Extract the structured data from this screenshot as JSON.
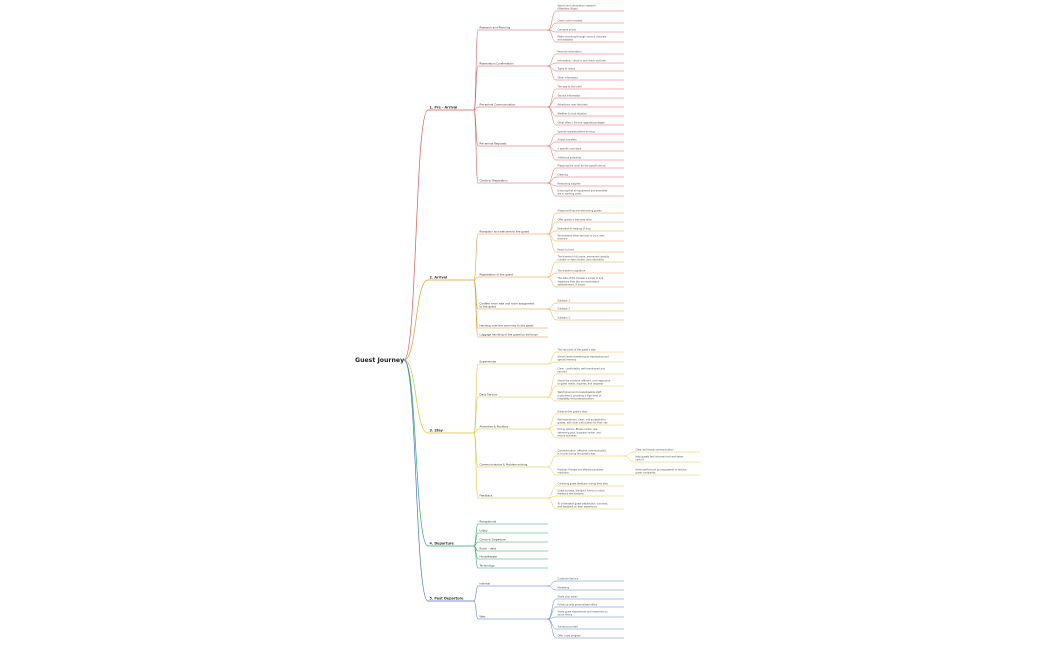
{
  "root": {
    "label": "Guest Journey"
  },
  "colors": [
    "#e05252",
    "#e8962e",
    "#e0c028",
    "#2aa867",
    "#4a72c9"
  ],
  "stages": [
    {
      "label": "1. Pre - Arrival",
      "groups": [
        {
          "label": "Research and Planning",
          "items": [
            {
              "label": [
                "Search and information research",
                "(Websites, Blogs)"
              ]
            },
            {
              "label": [
                "Check online reviews"
              ]
            },
            {
              "label": [
                "Compare prices"
              ]
            },
            {
              "label": [
                "Make a booking through various channels",
                "and websites"
              ]
            }
          ]
        },
        {
          "label": "Reservation Confirmation",
          "items": [
            {
              "label": [
                "Personal information"
              ]
            },
            {
              "label": [
                "Information: check-in and check-out time"
              ]
            },
            {
              "label": [
                "Types of rooms"
              ]
            },
            {
              "label": [
                "Other information"
              ]
            }
          ]
        },
        {
          "label": "Pre-arrival Communication",
          "items": [
            {
              "label": [
                "The way to the hotel"
              ]
            },
            {
              "label": [
                "Service information"
              ]
            },
            {
              "label": [
                "Attractions near the hotel"
              ]
            },
            {
              "label": [
                "Weather & local situation"
              ]
            },
            {
              "label": [
                "Other offers / Service upgrade packages"
              ]
            }
          ]
        },
        {
          "label": "Pre-arrival Requests",
          "items": [
            {
              "label": [
                "Special requests before arriving"
              ]
            },
            {
              "label": [
                "Airport transfers"
              ]
            },
            {
              "label": [
                "A specific room type"
              ]
            },
            {
              "label": [
                "Additional amenities"
              ]
            }
          ]
        },
        {
          "label": "Check-in Preparation",
          "items": [
            {
              "label": [
                "Preparing the room for the guest's arrival"
              ]
            },
            {
              "label": [
                "Cleaning"
              ]
            },
            {
              "label": [
                "Restocking supplies"
              ]
            },
            {
              "label": [
                "Ensuring that all equipment and amenities",
                "are in working order"
              ]
            }
          ]
        }
      ]
    },
    {
      "label": "2. Arrival",
      "groups": [
        {
          "label": "Reception and welcome to the guest",
          "items": [
            {
              "label": [
                "Always smiling and welcoming guests"
              ]
            },
            {
              "label": [
                "Offer guests a welcome drink"
              ]
            },
            {
              "label": [
                "Dedicated to helping (if any)"
              ]
            },
            {
              "label": [
                "Recommend other services or your next",
                "itinerary"
              ]
            },
            {
              "label": [
                "Reach to front"
              ]
            }
          ]
        },
        {
          "label": "Registration of the guest",
          "items": [
            {
              "label": [
                "The traveler's full name, permanent identity",
                "number or date of birth, and nationality"
              ]
            },
            {
              "label": [
                "The traveler's signature"
              ]
            },
            {
              "label": [
                "The date of the traveler's arrival in and",
                "departure from the accommodation",
                "establishment, if known"
              ]
            }
          ]
        },
        {
          "label": [
            "Confirm room rate and room assignment",
            "to the guest"
          ],
          "items": [
            {
              "label": [
                "Subtopic 1"
              ]
            },
            {
              "label": [
                "Subtopic 2"
              ]
            },
            {
              "label": [
                "Subtopic 3"
              ]
            }
          ]
        },
        {
          "label": "Handing over the room key to the guest",
          "items": []
        },
        {
          "label": "Luggage handling of the guest by bell boys",
          "items": []
        }
      ]
    },
    {
      "label": "3. Stay",
      "groups": [
        {
          "label": "Experiences",
          "items": [
            {
              "label": [
                "The key point of the guest's stay"
              ]
            },
            {
              "label": [
                "Should leave something as impressions and",
                "special memory"
              ]
            }
          ]
        },
        {
          "label": "Daily Service",
          "items": [
            {
              "label": [
                "Clean, comfortable, well-maintained and",
                "secured"
              ]
            },
            {
              "label": [
                "Should be courtous, efficient, and responsive",
                "to guest needs, inquiries, and requests"
              ]
            },
            {
              "label": [
                "Well-trained and knowledgeable staff",
                "(customers), providing a high level of",
                "hospitality and professionalism"
              ]
            }
          ]
        },
        {
          "label": "Amenities & Facilities",
          "items": [
            {
              "label": [
                "Enhance the guest's stay"
              ]
            },
            {
              "label": [
                "Well-maintained, clean, and accessible to",
                "guests, with clear instructions for their use"
              ]
            },
            {
              "label": [
                "Dining options, fitness center, spa,",
                "swimming pool, business center, and",
                "leisure activities"
              ]
            }
          ]
        },
        {
          "label": "Communications & Problem-solving",
          "items": [
            {
              "label": [
                "Communication: effective communication",
                "is crucial during the guest's stay"
              ],
              "children": [
                {
                  "label": [
                    "Clear and timely communication"
                  ]
                },
                {
                  "label": [
                    "Help guests feel informed and well-taken",
                    "care of"
                  ]
                }
              ]
            },
            {
              "label": [
                "Problem: Prompt and effective problem",
                "resolution"
              ],
              "children": [
                {
                  "label": [
                    "Hotel staff should be empowered to resolve",
                    "guest complaints"
                  ]
                }
              ]
            }
          ]
        },
        {
          "label": "Feedback",
          "items": [
            {
              "label": [
                "Collecting guest feedback during their stay"
              ]
            },
            {
              "label": [
                "Guest surveys, feedback forms or online",
                "feedback mechanisms"
              ]
            },
            {
              "label": [
                "To understand guest satisfaction, concerns,",
                "and feedback on their experience"
              ]
            }
          ]
        }
      ]
    },
    {
      "label": "4. Departure",
      "groups": [
        {
          "label": "Receptionist",
          "items": []
        },
        {
          "label": "Lobby",
          "items": []
        },
        {
          "label": "Check-in Departure",
          "items": []
        },
        {
          "label": "Room - desk",
          "items": []
        },
        {
          "label": "Housekeeper",
          "items": []
        },
        {
          "label": "Technology",
          "items": []
        }
      ]
    },
    {
      "label": "5. Post Departure",
      "groups": [
        {
          "label": "Internal",
          "items": [
            {
              "label": [
                "Customer Service"
              ]
            },
            {
              "label": [
                "Marketing"
              ]
            }
          ]
        },
        {
          "label": "Web",
          "items": [
            {
              "label": [
                "Share your email"
              ]
            },
            {
              "label": [
                "Follow up with personalized offers"
              ]
            },
            {
              "label": [
                "Share guest experiences and memories on",
                "social media"
              ]
            },
            {
              "label": [
                "Surveys provided"
              ]
            },
            {
              "label": [
                "Offer Loyal program"
              ]
            }
          ]
        }
      ]
    }
  ]
}
